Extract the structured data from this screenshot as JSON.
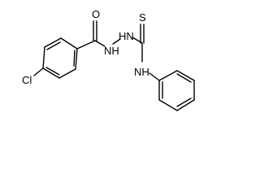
{
  "molecule": {
    "atoms": {
      "oxygen": "O",
      "sulfur": "S",
      "chlorine": "Cl",
      "nh_hydrazide": "NH",
      "hn_hydrazide": "HN",
      "nh_anilino": "NH"
    }
  }
}
